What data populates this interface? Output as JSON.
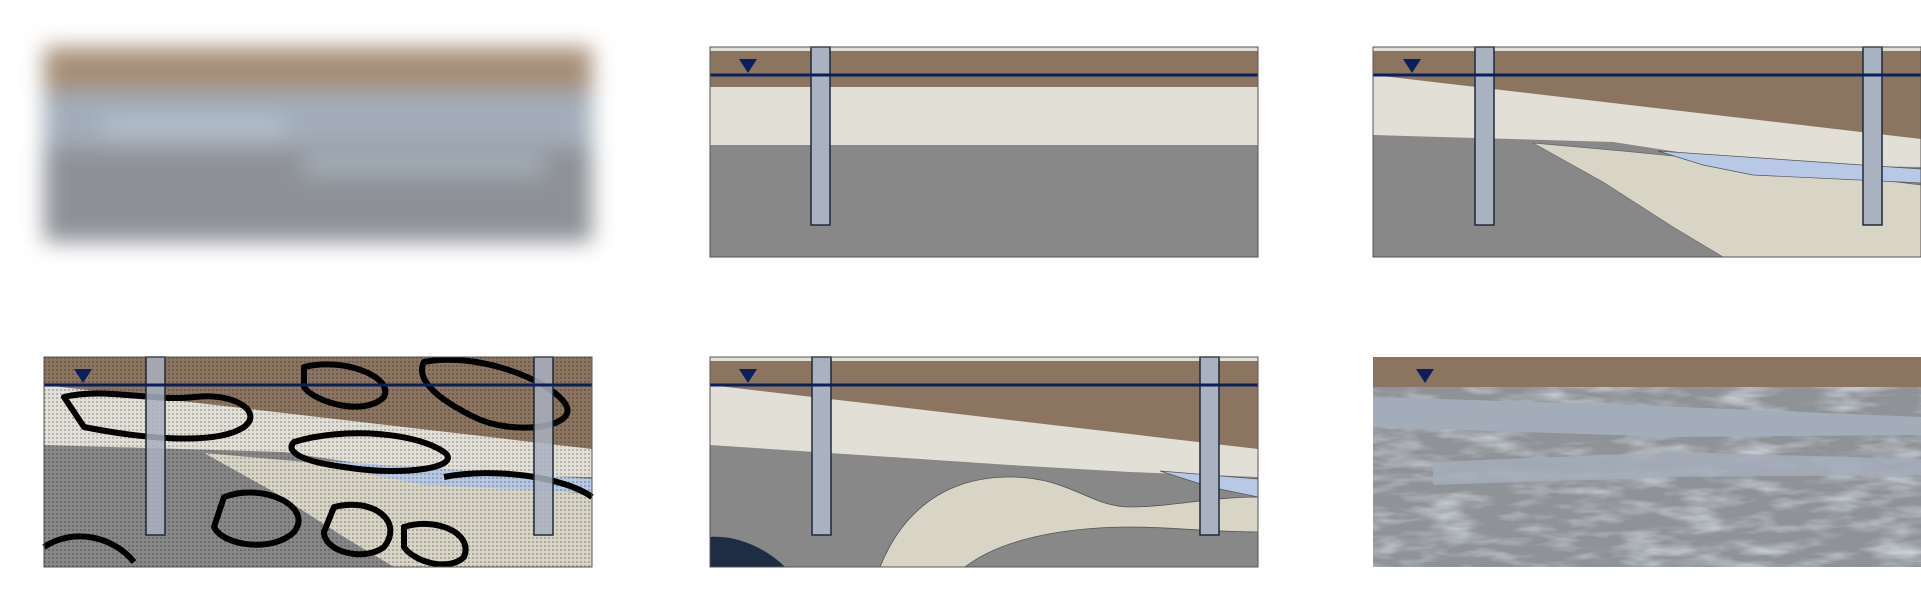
{
  "figure": {
    "description_visible_text": "",
    "panels": [
      {
        "id": "p1",
        "style": "blurred-photo"
      },
      {
        "id": "p2",
        "style": "horizontal-layers",
        "wells": 1
      },
      {
        "id": "p3",
        "style": "dipping-layers",
        "wells": 2
      },
      {
        "id": "p4",
        "style": "noisy-segmentation",
        "wells": 2
      },
      {
        "id": "p5",
        "style": "dipping-layers-with-lens",
        "wells": 2
      },
      {
        "id": "p6",
        "style": "textured-photo"
      }
    ]
  },
  "colors": {
    "topsoil": "#8c7560",
    "clay": "#e2dfd7",
    "bedrock": "#888888",
    "sand_lens": "#d8d5c7",
    "aquifer": "#b7c9e4",
    "well_fill": "#a9b2c0",
    "outline": "#1f2937",
    "water_table": "#0a1f5c",
    "dark_pocket": "#1e2d44",
    "photo_grey": "#9ea4ad"
  },
  "icons": {
    "water_table_marker": "down-triangle-icon"
  }
}
